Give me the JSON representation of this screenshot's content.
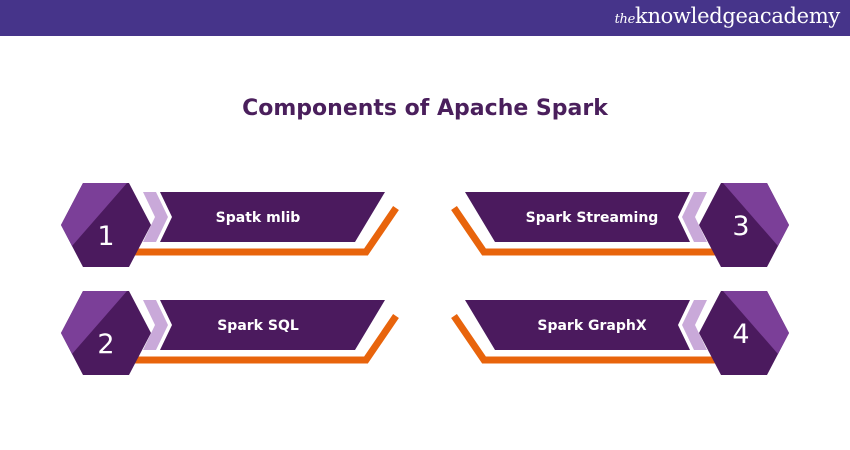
{
  "header": {
    "logo_prefix": "the",
    "logo_main": "knowledgeacademy"
  },
  "title": "Components of Apache Spark",
  "components": [
    {
      "number": "1",
      "label": "Spatk mlib"
    },
    {
      "number": "2",
      "label": "Spark SQL"
    },
    {
      "number": "3",
      "label": "Spark Streaming"
    },
    {
      "number": "4",
      "label": "Spark GraphX"
    }
  ],
  "colors": {
    "header": "#46348a",
    "dark_purple": "#4b1a5e",
    "light_purple": "#7b3f98",
    "lavender": "#c9a9d9",
    "orange": "#e8640c"
  }
}
